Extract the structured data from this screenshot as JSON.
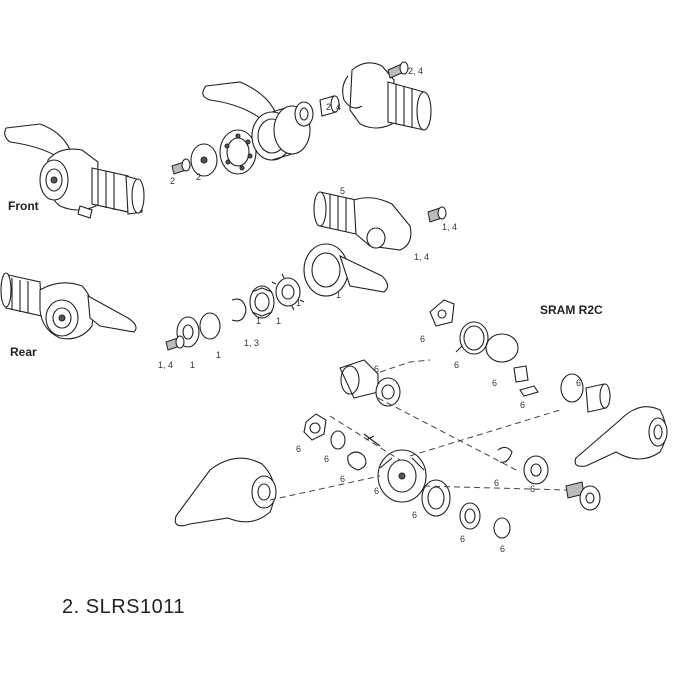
{
  "labels": {
    "front": "Front",
    "rear": "Rear",
    "sram": "SRAM R2C",
    "caption": "2. SLRS1011"
  },
  "callouts": [
    "2, 4",
    "2, 4",
    "2",
    "2",
    "5",
    "1, 4",
    "1, 4",
    "1",
    "1",
    "1",
    "1",
    "1",
    "1, 3",
    "1, 4",
    "1",
    "6",
    "6",
    "6",
    "6",
    "6",
    "6",
    "6",
    "6",
    "6",
    "6",
    "6",
    "6",
    "6",
    "6",
    "6"
  ]
}
